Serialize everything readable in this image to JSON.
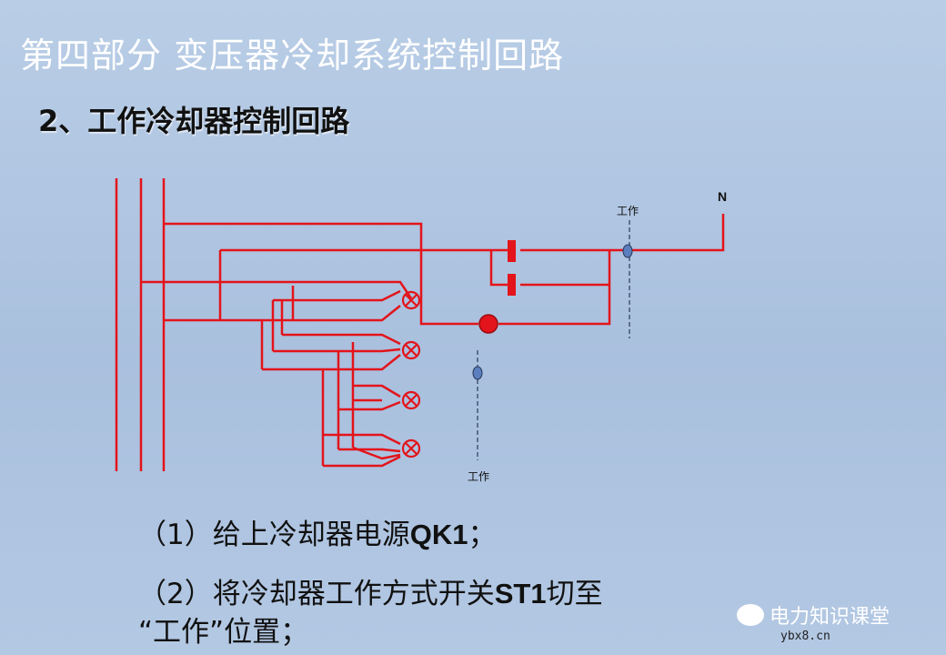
{
  "header": {
    "title": "第四部分  变压器冷却系统控制回路",
    "subtitle": "2、工作冷却器控制回路"
  },
  "diagram": {
    "label_n": "N",
    "label_work_top": "工作",
    "label_work_bottom": "工作",
    "line_color": "#e3141b"
  },
  "steps": {
    "step1_prefix": "（1）给上冷却器电源",
    "step1_code": "QK1",
    "step1_suffix": "；",
    "step2_prefix": "（2）将冷却器工作方式开关",
    "step2_code": "ST1",
    "step2_suffix": "切至",
    "step2_line2": "“工作”位置；"
  },
  "watermark": {
    "name": "电力知识课堂",
    "url": "ybx8.cn"
  }
}
